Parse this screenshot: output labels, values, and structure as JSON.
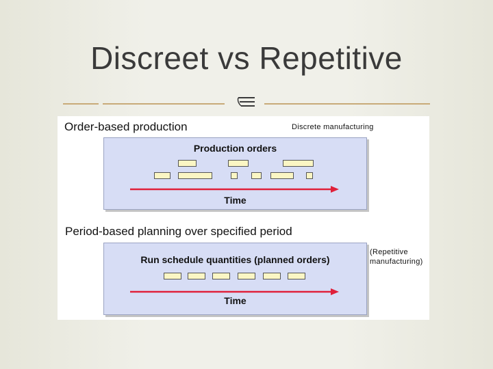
{
  "slide": {
    "title": "Discreet vs Repetitive"
  },
  "diagram": {
    "top_section": {
      "heading": "Order-based production",
      "note": "Discrete manufacturing",
      "panel_label": "Production orders",
      "time_label": "Time"
    },
    "bottom_section": {
      "heading": "Period-based planning over specified period",
      "note_lines": [
        "(Repetitive",
        "manufacturing)"
      ],
      "panel_label": "Run schedule quantities (planned orders)",
      "time_label": "Time"
    },
    "colors": {
      "panel_fill": "#d7ddf5",
      "bar_fill": "#fbf6c4",
      "arrow": "#e0203a",
      "title_rule": "#c8aa78"
    }
  }
}
